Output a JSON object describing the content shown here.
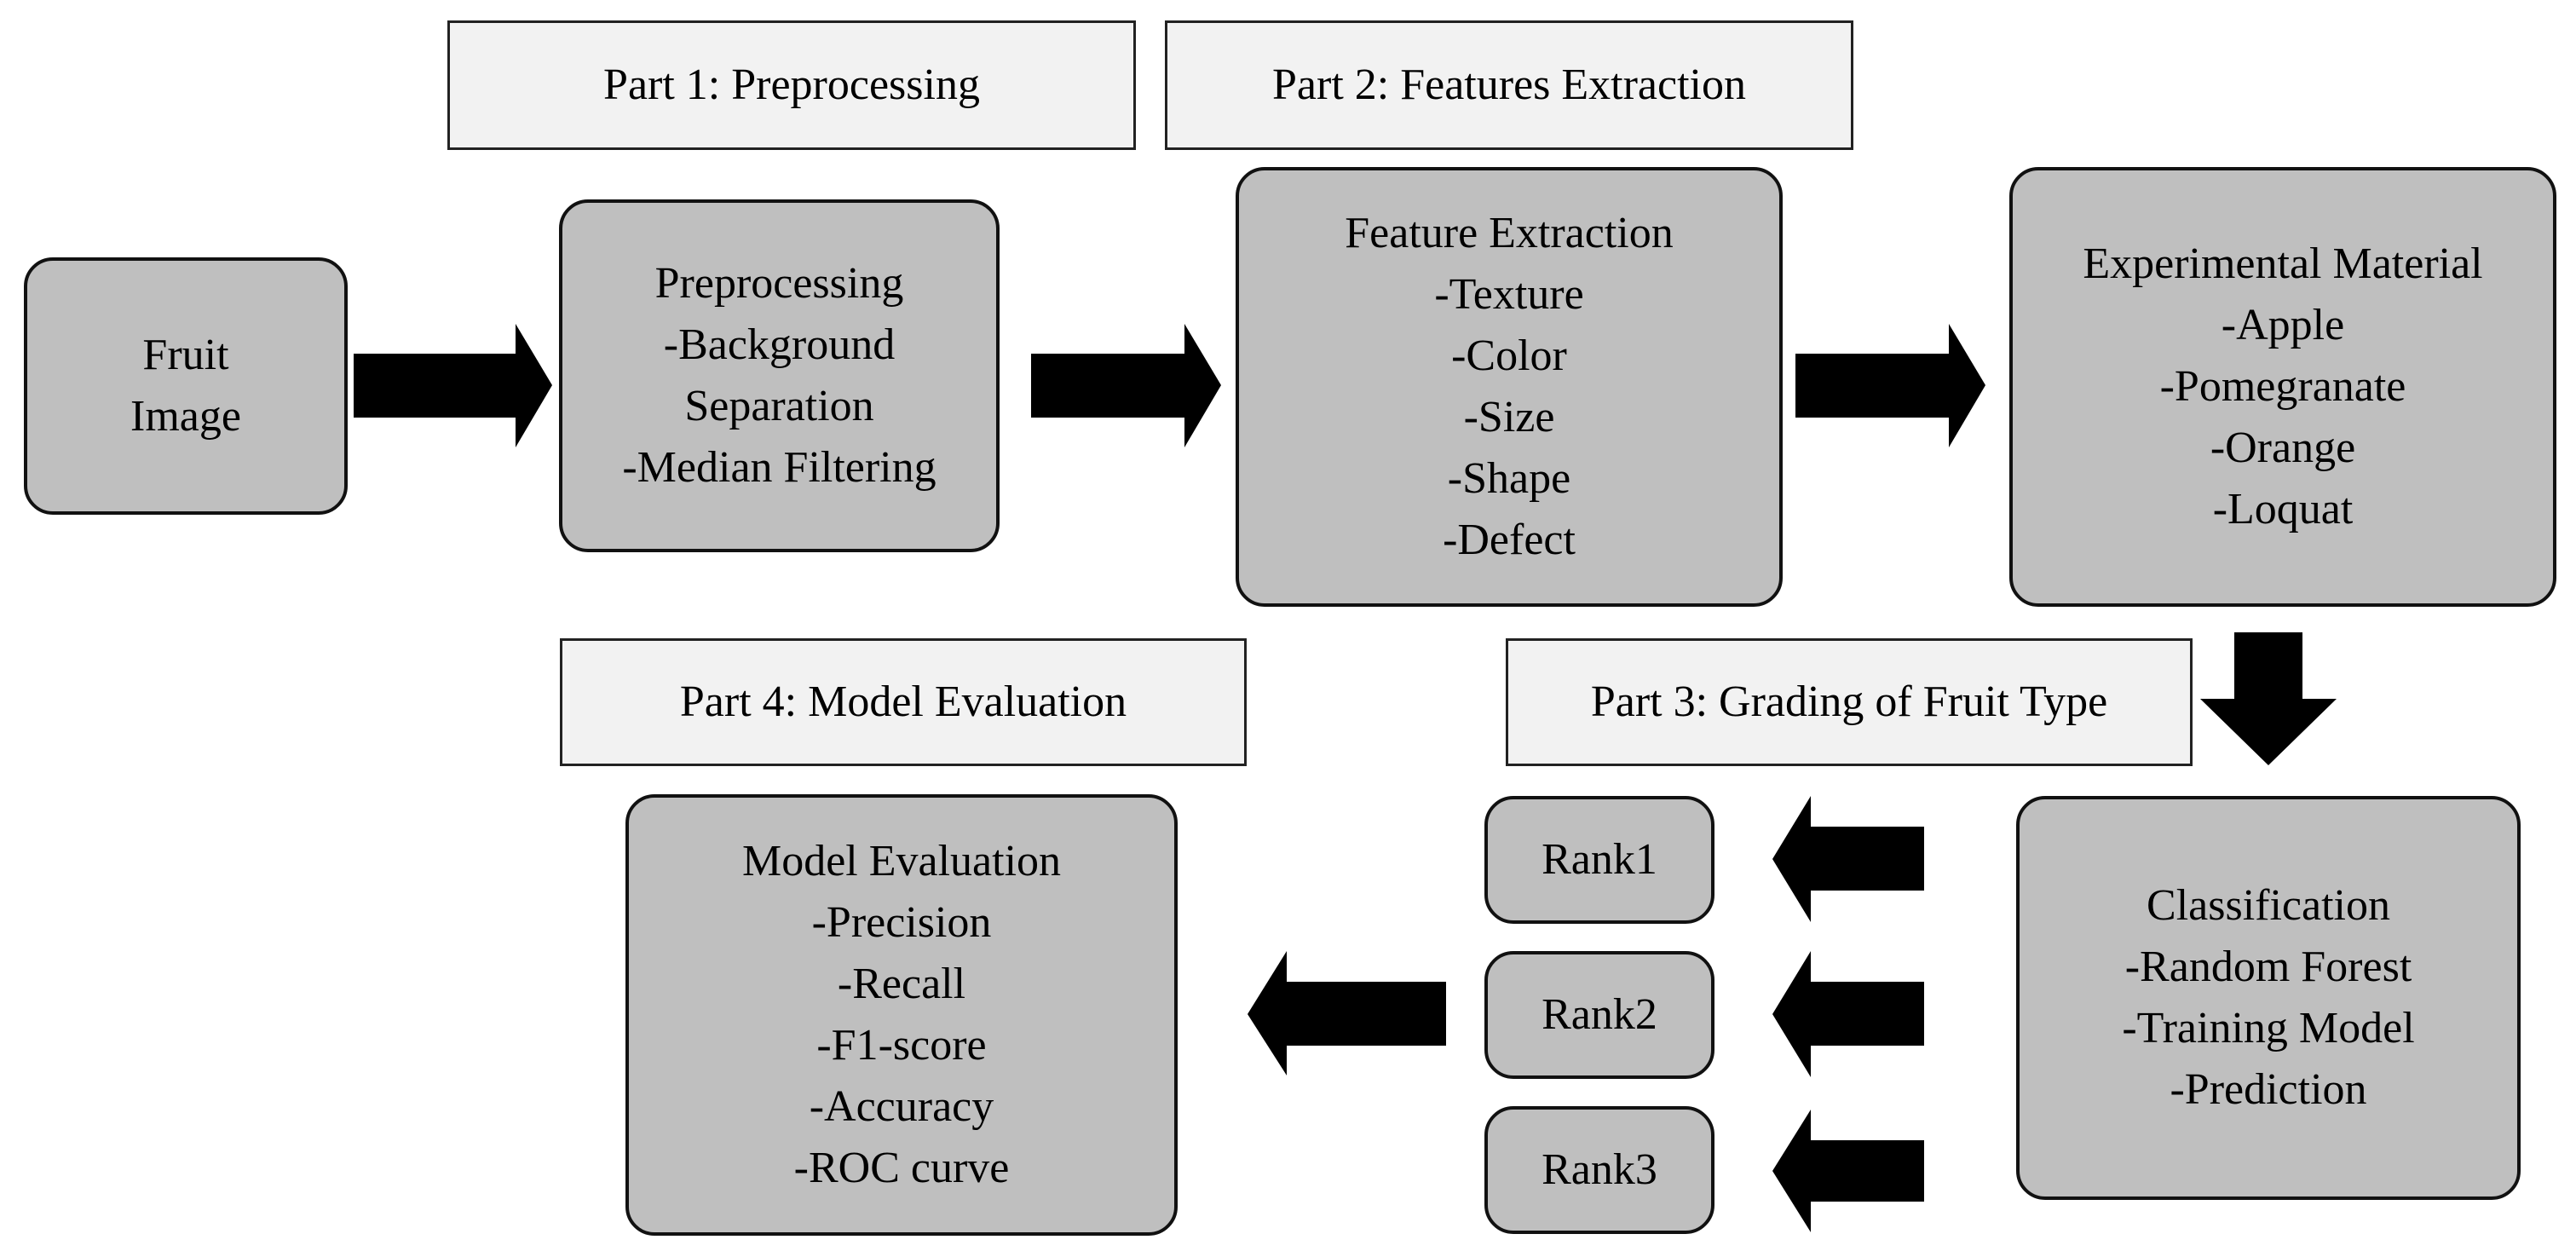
{
  "part_labels": {
    "part1": "Part 1: Preprocessing",
    "part2": "Part 2: Features Extraction",
    "part3": "Part 3: Grading of Fruit Type",
    "part4": "Part 4: Model Evaluation"
  },
  "nodes": {
    "fruit_image": {
      "lines": [
        "Fruit",
        "Image"
      ]
    },
    "preprocessing": {
      "lines": [
        "Preprocessing",
        "-Background",
        "Separation",
        "-Median Filtering"
      ]
    },
    "feature_extraction": {
      "lines": [
        "Feature Extraction",
        "-Texture",
        "-Color",
        "-Size",
        "-Shape",
        "-Defect"
      ]
    },
    "experimental_material": {
      "lines": [
        "Experimental Material",
        "-Apple",
        "-Pomegranate",
        "-Orange",
        "-Loquat"
      ]
    },
    "classification": {
      "lines": [
        "Classification",
        "-Random Forest",
        "-Training Model",
        "-Prediction"
      ]
    },
    "rank1": {
      "lines": [
        "Rank1"
      ]
    },
    "rank2": {
      "lines": [
        "Rank2"
      ]
    },
    "rank3": {
      "lines": [
        "Rank3"
      ]
    },
    "model_evaluation": {
      "lines": [
        "Model Evaluation",
        "-Precision",
        "-Recall",
        "-F1-score",
        "-Accuracy",
        "-ROC curve"
      ]
    }
  },
  "colors": {
    "node_fill": "#bfbfbf",
    "label_fill": "#f2f2f2",
    "arrow": "#000000"
  }
}
